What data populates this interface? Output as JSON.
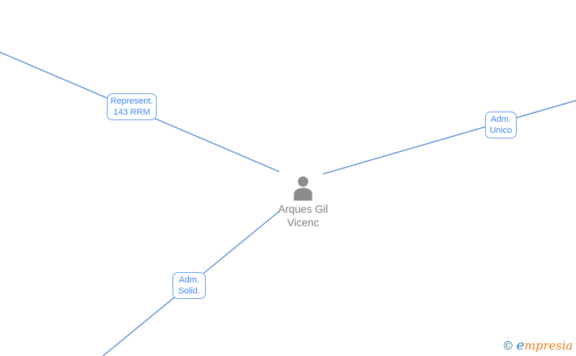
{
  "colors": {
    "edge": "#5b8dd9",
    "label_border": "#6b9ff0",
    "label_text": "#4285f4",
    "node_icon": "#8c8c8c",
    "node_text": "#7f7f7f",
    "logo_copyright": "#2e7b8e",
    "logo_initial": "#2f79c0",
    "logo_rest": "#ef7d1a"
  },
  "center_node": {
    "name_line1": "Arques Gil",
    "name_line2": "Vicenc",
    "icon": "person-icon"
  },
  "labels": [
    {
      "line1": "Represent.",
      "line2": "143 RRM"
    },
    {
      "line1": "Adm.",
      "line2": "Unico"
    },
    {
      "line1": "Adm.",
      "line2": "Solid."
    }
  ],
  "watermark": {
    "copyright": "©",
    "brand_initial": "e",
    "brand_rest": "mpresia"
  }
}
